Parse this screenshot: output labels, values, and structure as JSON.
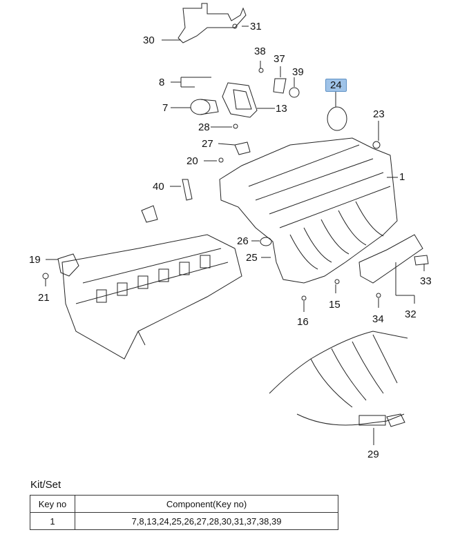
{
  "diagram": {
    "highlight_color": "#9fc3e8",
    "callouts": {
      "c1": "1",
      "c7": "7",
      "c8": "8",
      "c13": "13",
      "c15": "15",
      "c16": "16",
      "c19": "19",
      "c20": "20",
      "c21": "21",
      "c23": "23",
      "c24": "24",
      "c25": "25",
      "c26": "26",
      "c27": "27",
      "c28": "28",
      "c29": "29",
      "c30": "30",
      "c31": "31",
      "c32": "32",
      "c33": "33",
      "c34": "34",
      "c37": "37",
      "c38": "38",
      "c39": "39",
      "c40": "40"
    },
    "highlighted_callout": "24"
  },
  "kit": {
    "title": "Kit/Set",
    "headers": [
      "Key no",
      "Component(Key no)"
    ],
    "rows": [
      [
        "1",
        "7,8,13,24,25,26,27,28,30,31,37,38,39"
      ]
    ]
  }
}
